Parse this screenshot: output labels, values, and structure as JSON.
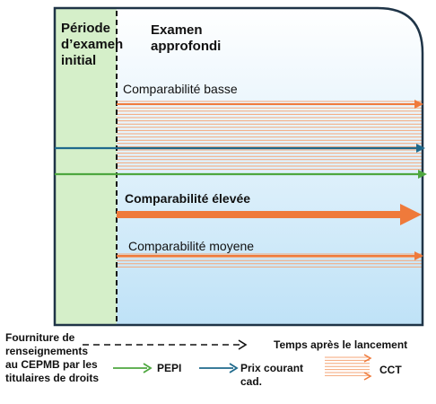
{
  "panels": {
    "initial": {
      "label_lines": [
        "Période",
        "d’examen",
        "initial"
      ]
    },
    "indepth": {
      "label_lines": [
        "Examen",
        "approfondi"
      ]
    }
  },
  "bands": {
    "low": {
      "label": "Comparabilité basse"
    },
    "high": {
      "label": "Comparabilité élevée"
    },
    "medium": {
      "label": "Comparabilité  moyene"
    }
  },
  "legend": {
    "provision": {
      "lines": [
        "Fourniture de",
        "renseignements",
        "au CEPMB par les",
        "titulaires de droits"
      ]
    },
    "time": "Temps après le lancement",
    "pepi": "PEPI",
    "current_price": {
      "lines": [
        "Prix courant",
        "cad."
      ]
    },
    "cct": "CCT"
  },
  "colors": {
    "initial_panel": "#d5efc9",
    "indepth_panel_top": "#ffffff",
    "indepth_panel_bottom": "#bfe2f7",
    "frame": "#1f3447",
    "pepi_green": "#4ea73f",
    "price_blue": "#1f6a8c",
    "cct_orange": "#ef7a3b",
    "stripe_orange": "#f4a677"
  }
}
